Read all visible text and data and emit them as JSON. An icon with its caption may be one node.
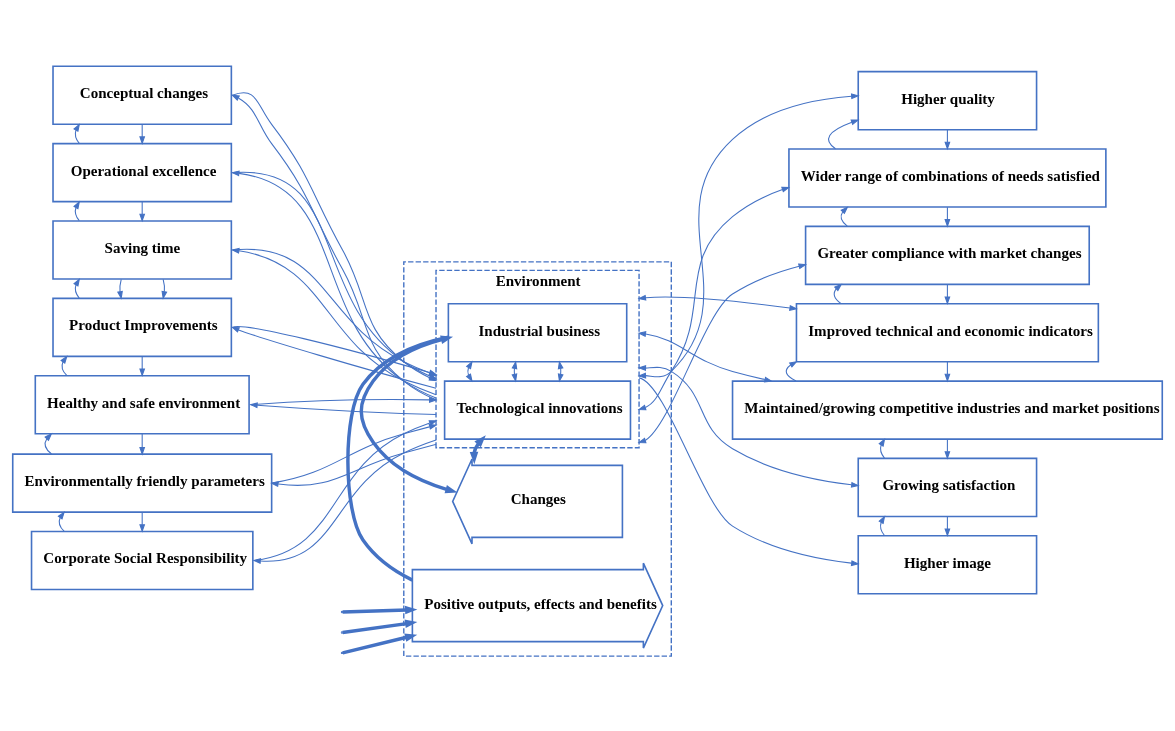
{
  "diagram": {
    "nodes": [
      {
        "text": [
          "Conceptual changes"
        ]
      },
      {
        "text": [
          "Operational excellence"
        ]
      },
      {
        "text": [
          "Saving time"
        ]
      },
      {
        "text": [
          "Product Improvements"
        ]
      },
      {
        "text": [
          "Healthy and safe environment"
        ]
      },
      {
        "text": [
          "Environmentally friendly parameters"
        ]
      },
      {
        "text": [
          "Corporate Social Responsibility"
        ]
      },
      {
        "text": [],
        "shape": "box"
      },
      {
        "text": [
          "Changes"
        ],
        "in": 7
      },
      {
        "text": [
          "Environment"
        ],
        "in": 7
      },
      {
        "text": [
          "Technological innovations"
        ],
        "in": 9
      },
      {
        "text": [
          "Industrial business"
        ],
        "in": 9
      },
      {
        "text": [
          "Positive outputs, effects and benefits"
        ],
        "in": 7
      },
      {
        "text": [
          "Higher quality"
        ]
      },
      {
        "text": [
          "Wider range of combinations of needs satisfied"
        ]
      },
      {
        "text": [
          "Greater compliance with market changes"
        ]
      },
      {
        "text": [
          "Improved technical and economic indicators"
        ]
      },
      {
        "text": [
          "Maintained/growing competitive industries and market positions"
        ]
      },
      {
        "text": [
          "Growing satisfaction"
        ]
      },
      {
        "text": [
          "Higher image"
        ]
      }
    ],
    "edges": [
      {
        "from": 0,
        "to": 1,
        "arrow": "to"
      },
      {
        "from": 1,
        "to": 0,
        "arrow": "to"
      },
      {
        "from": 1,
        "to": 2,
        "arrow": "to"
      },
      {
        "from": 2,
        "to": 1,
        "arrow": "to"
      },
      {
        "from": 2,
        "to": 3,
        "arrow": "to"
      },
      {
        "from": 2,
        "to": 3,
        "arrow": "to"
      },
      {
        "from": 3,
        "to": 2,
        "arrow": "to"
      },
      {
        "from": 3,
        "to": 4,
        "arrow": "to"
      },
      {
        "from": 4,
        "to": 3,
        "arrow": "to"
      },
      {
        "from": 4,
        "to": 5,
        "arrow": "to"
      },
      {
        "from": 5,
        "to": 4,
        "arrow": "to"
      },
      {
        "from": 5,
        "to": 6,
        "arrow": "to"
      },
      {
        "from": 6,
        "to": 5,
        "arrow": "to"
      },
      {
        "from": 9,
        "to": 0,
        "arrow": "to"
      },
      {
        "from": 0,
        "to": 9,
        "arrow": "to"
      },
      {
        "from": 9,
        "to": 1,
        "arrow": "to"
      },
      {
        "from": 1,
        "to": 9,
        "arrow": "to"
      },
      {
        "from": 9,
        "to": 2,
        "arrow": "to"
      },
      {
        "from": 2,
        "to": 9,
        "arrow": "to"
      },
      {
        "from": 9,
        "to": 3,
        "arrow": "to"
      },
      {
        "from": 3,
        "to": 9,
        "arrow": "to"
      },
      {
        "from": 9,
        "to": 4,
        "arrow": "to"
      },
      {
        "from": 4,
        "to": 9,
        "arrow": "to"
      },
      {
        "from": 9,
        "to": 5,
        "arrow": "to"
      },
      {
        "from": 5,
        "to": 9,
        "arrow": "to"
      },
      {
        "from": 9,
        "to": 6,
        "arrow": "to"
      },
      {
        "from": 6,
        "to": 9,
        "arrow": "to"
      },
      {
        "from": null,
        "to": 12,
        "arrow": "to",
        "style": "thick"
      },
      {
        "from": null,
        "to": 12,
        "arrow": "to",
        "style": "thick"
      },
      {
        "from": null,
        "to": 12,
        "arrow": "to",
        "style": "thick"
      },
      {
        "from": 11,
        "to": 12,
        "arrow": "none",
        "style": "thick"
      },
      {
        "from": 10,
        "to": 11,
        "arrow": "both"
      },
      {
        "from": 10,
        "to": 11,
        "arrow": "both"
      },
      {
        "from": 10,
        "to": 11,
        "arrow": "both"
      },
      {
        "from": 10,
        "to": 8,
        "arrow": "both",
        "style": "thick"
      },
      {
        "from": 11,
        "to": 8,
        "arrow": "both",
        "style": "thick"
      },
      {
        "from": 9,
        "to": 13,
        "arrow": "both"
      },
      {
        "from": 9,
        "to": 14,
        "arrow": "both"
      },
      {
        "from": 9,
        "to": 15,
        "arrow": "both"
      },
      {
        "from": 9,
        "to": 16,
        "arrow": "both"
      },
      {
        "from": 9,
        "to": 17,
        "arrow": "both"
      },
      {
        "from": 9,
        "to": 18,
        "arrow": "both"
      },
      {
        "from": 9,
        "to": 19,
        "arrow": "to"
      },
      {
        "from": 13,
        "to": 14,
        "arrow": "to"
      },
      {
        "from": 14,
        "to": 13,
        "arrow": "to"
      },
      {
        "from": 14,
        "to": 15,
        "arrow": "to"
      },
      {
        "from": 15,
        "to": 14,
        "arrow": "to"
      },
      {
        "from": 15,
        "to": 16,
        "arrow": "to"
      },
      {
        "from": 16,
        "to": 15,
        "arrow": "to"
      },
      {
        "from": 16,
        "to": 17,
        "arrow": "to"
      },
      {
        "from": 17,
        "to": 16,
        "arrow": "to"
      },
      {
        "from": 17,
        "to": 18,
        "arrow": "to"
      },
      {
        "from": 18,
        "to": 17,
        "arrow": "to"
      },
      {
        "from": 18,
        "to": 19,
        "arrow": "to"
      },
      {
        "from": 19,
        "to": 18,
        "arrow": "to"
      }
    ]
  }
}
